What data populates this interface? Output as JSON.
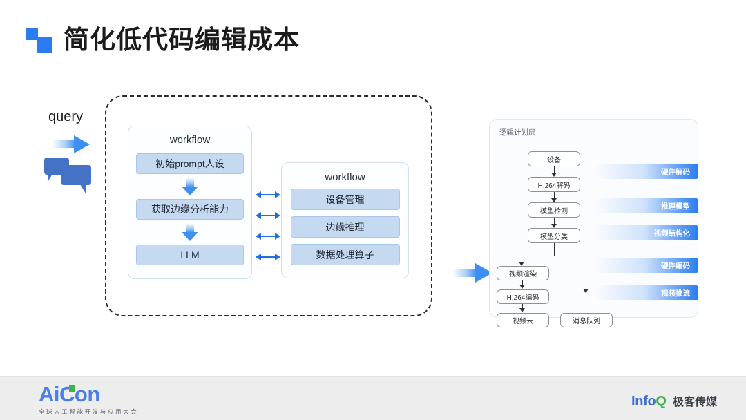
{
  "title": "简化低代码编辑成本",
  "left_diagram": {
    "query_label": "query",
    "workflow_a": {
      "title": "workflow",
      "steps": [
        "初始prompt人设",
        "获取边缘分析能力",
        "LLM"
      ]
    },
    "workflow_b": {
      "title": "workflow",
      "steps": [
        "设备管理",
        "边缘推理",
        "数据处理算子"
      ]
    }
  },
  "right_panel": {
    "title": "逻辑计划层",
    "nodes": [
      "设备",
      "H.264解码",
      "模型检测",
      "模型分类",
      "视频渲染",
      "H.264编码",
      "视频云",
      "消息队列"
    ],
    "stage_labels": [
      "硬件解码",
      "推理模型",
      "视频结构化",
      "硬件编码",
      "视频推流"
    ]
  },
  "footer": {
    "brand": "AiCon",
    "brand_sub": "全球人工智能开发与应用大会",
    "media_info": "Info",
    "media_q": "Q",
    "media_cn": "极客传媒"
  },
  "colors": {
    "accent": "#2b7cf0",
    "step_fill": "#c5d9f1",
    "arrow": "#1f6fe0",
    "green": "#3cb44a"
  }
}
